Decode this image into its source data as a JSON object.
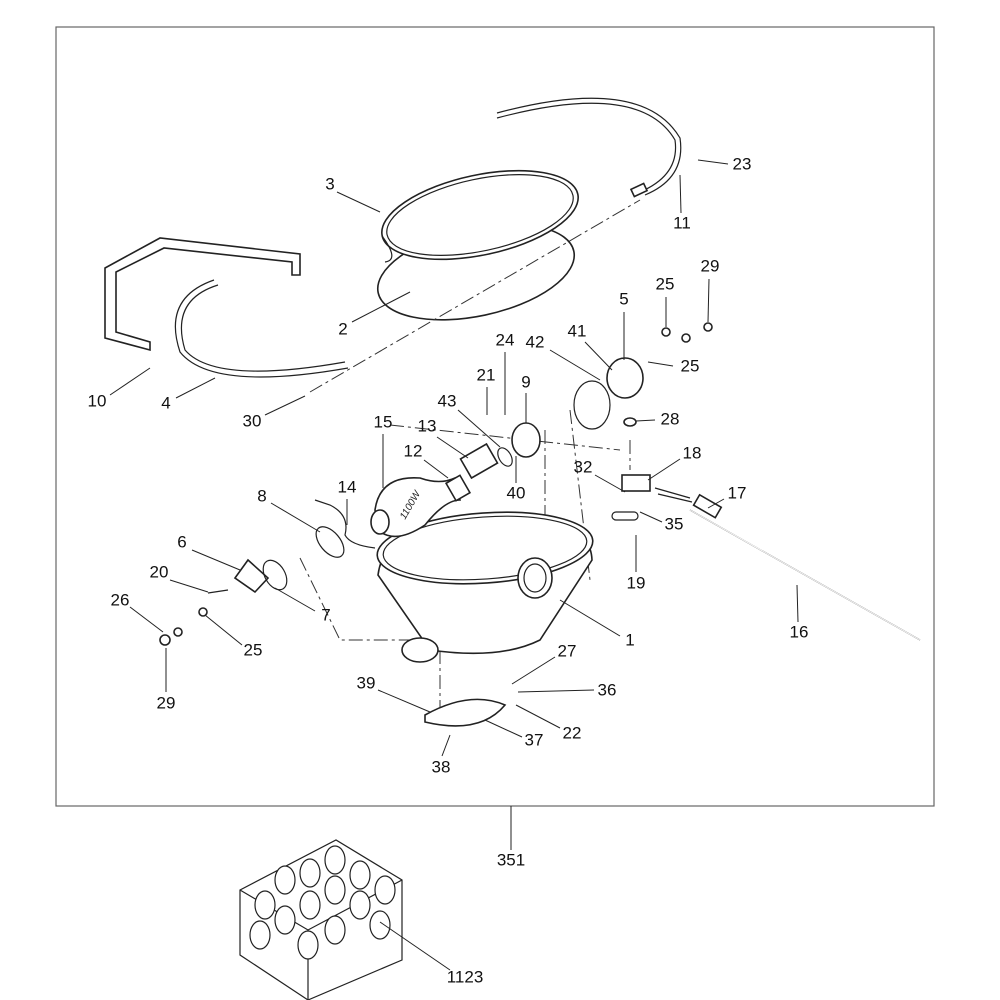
{
  "diagram": {
    "title_hidden": null,
    "bulb_marking": "1100W",
    "callouts": [
      {
        "id": "c3",
        "text": "3"
      },
      {
        "id": "c23",
        "text": "23"
      },
      {
        "id": "c11",
        "text": "11"
      },
      {
        "id": "c2",
        "text": "2"
      },
      {
        "id": "c29a",
        "text": "29"
      },
      {
        "id": "c25a",
        "text": "25"
      },
      {
        "id": "c5",
        "text": "5"
      },
      {
        "id": "c10",
        "text": "10"
      },
      {
        "id": "c4",
        "text": "4"
      },
      {
        "id": "c30",
        "text": "30"
      },
      {
        "id": "c41",
        "text": "41"
      },
      {
        "id": "c42",
        "text": "42"
      },
      {
        "id": "c25b",
        "text": "25"
      },
      {
        "id": "c24",
        "text": "24"
      },
      {
        "id": "c21",
        "text": "21"
      },
      {
        "id": "c9",
        "text": "9"
      },
      {
        "id": "c43",
        "text": "43"
      },
      {
        "id": "c15",
        "text": "15"
      },
      {
        "id": "c13",
        "text": "13"
      },
      {
        "id": "c12",
        "text": "12"
      },
      {
        "id": "c28",
        "text": "28"
      },
      {
        "id": "c18",
        "text": "18"
      },
      {
        "id": "c32",
        "text": "32"
      },
      {
        "id": "c40",
        "text": "40"
      },
      {
        "id": "c17",
        "text": "17"
      },
      {
        "id": "c14",
        "text": "14"
      },
      {
        "id": "c8",
        "text": "8"
      },
      {
        "id": "c35",
        "text": "35"
      },
      {
        "id": "c6",
        "text": "6"
      },
      {
        "id": "c19",
        "text": "19"
      },
      {
        "id": "c20",
        "text": "20"
      },
      {
        "id": "c7",
        "text": "7"
      },
      {
        "id": "c16",
        "text": "16"
      },
      {
        "id": "c1",
        "text": "1"
      },
      {
        "id": "c26",
        "text": "26"
      },
      {
        "id": "c25c",
        "text": "25"
      },
      {
        "id": "c29b",
        "text": "29"
      },
      {
        "id": "c27",
        "text": "27"
      },
      {
        "id": "c36",
        "text": "36"
      },
      {
        "id": "c39",
        "text": "39"
      },
      {
        "id": "c22",
        "text": "22"
      },
      {
        "id": "c37",
        "text": "37"
      },
      {
        "id": "c38",
        "text": "38"
      },
      {
        "id": "c351",
        "text": "351"
      },
      {
        "id": "c1123",
        "text": "1123"
      }
    ]
  }
}
